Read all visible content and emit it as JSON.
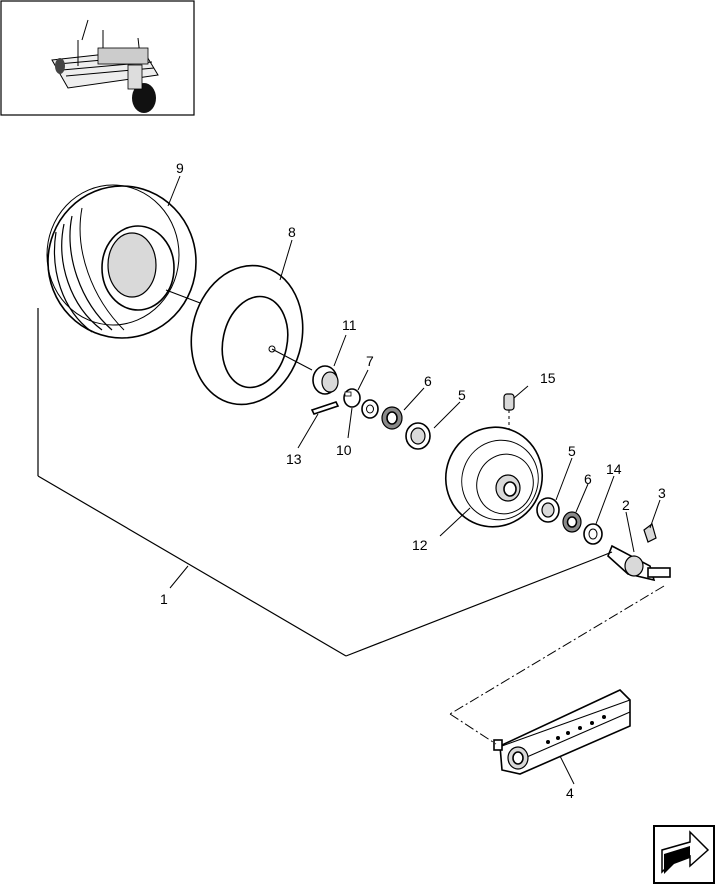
{
  "callouts": {
    "c1": "1",
    "c2": "2",
    "c3": "3",
    "c4": "4",
    "c5a": "5",
    "c5b": "5",
    "c6a": "6",
    "c6b": "6",
    "c7": "7",
    "c8": "8",
    "c9": "9",
    "c10": "10",
    "c11": "11",
    "c12": "12",
    "c13": "13",
    "c14": "14",
    "c15": "15"
  },
  "icons": {
    "thumbnail": "machine-thumbnail-icon",
    "nav": "next-page-arrow-icon"
  }
}
